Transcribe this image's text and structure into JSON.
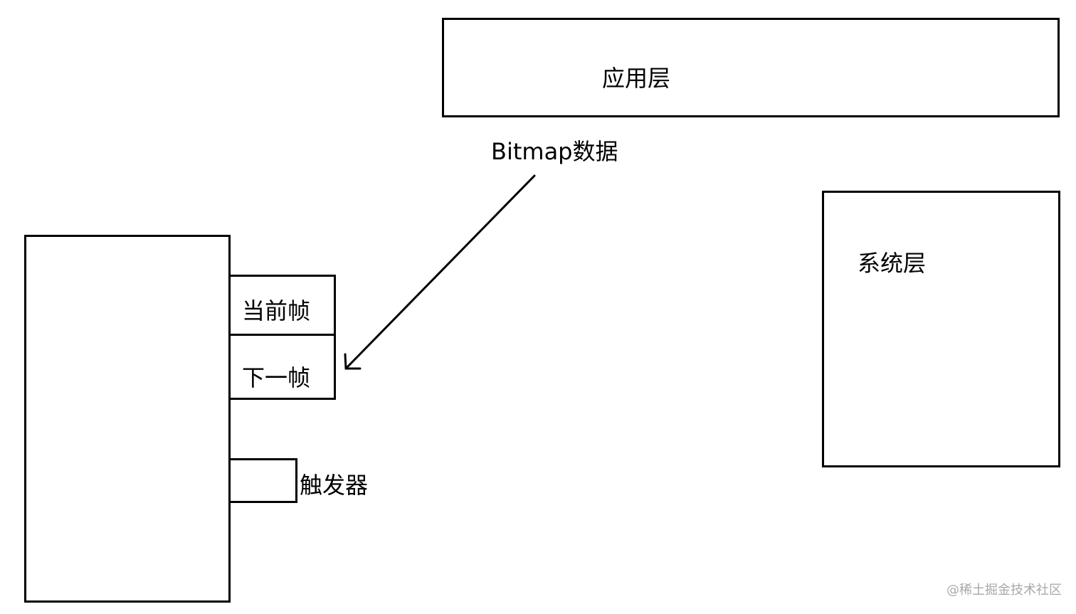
{
  "diagram": {
    "app_layer": {
      "label": "应用层"
    },
    "system_layer": {
      "label": "系统层"
    },
    "buffer": {
      "current_frame": "当前帧",
      "next_frame": "下一帧"
    },
    "trigger": {
      "label": "触发器"
    },
    "data_flow": {
      "label": "Bitmap数据"
    }
  },
  "watermark": "@稀土掘金技术社区",
  "colors": {
    "stroke": "#000000",
    "background": "#ffffff",
    "watermark": "#a8a8a8"
  }
}
